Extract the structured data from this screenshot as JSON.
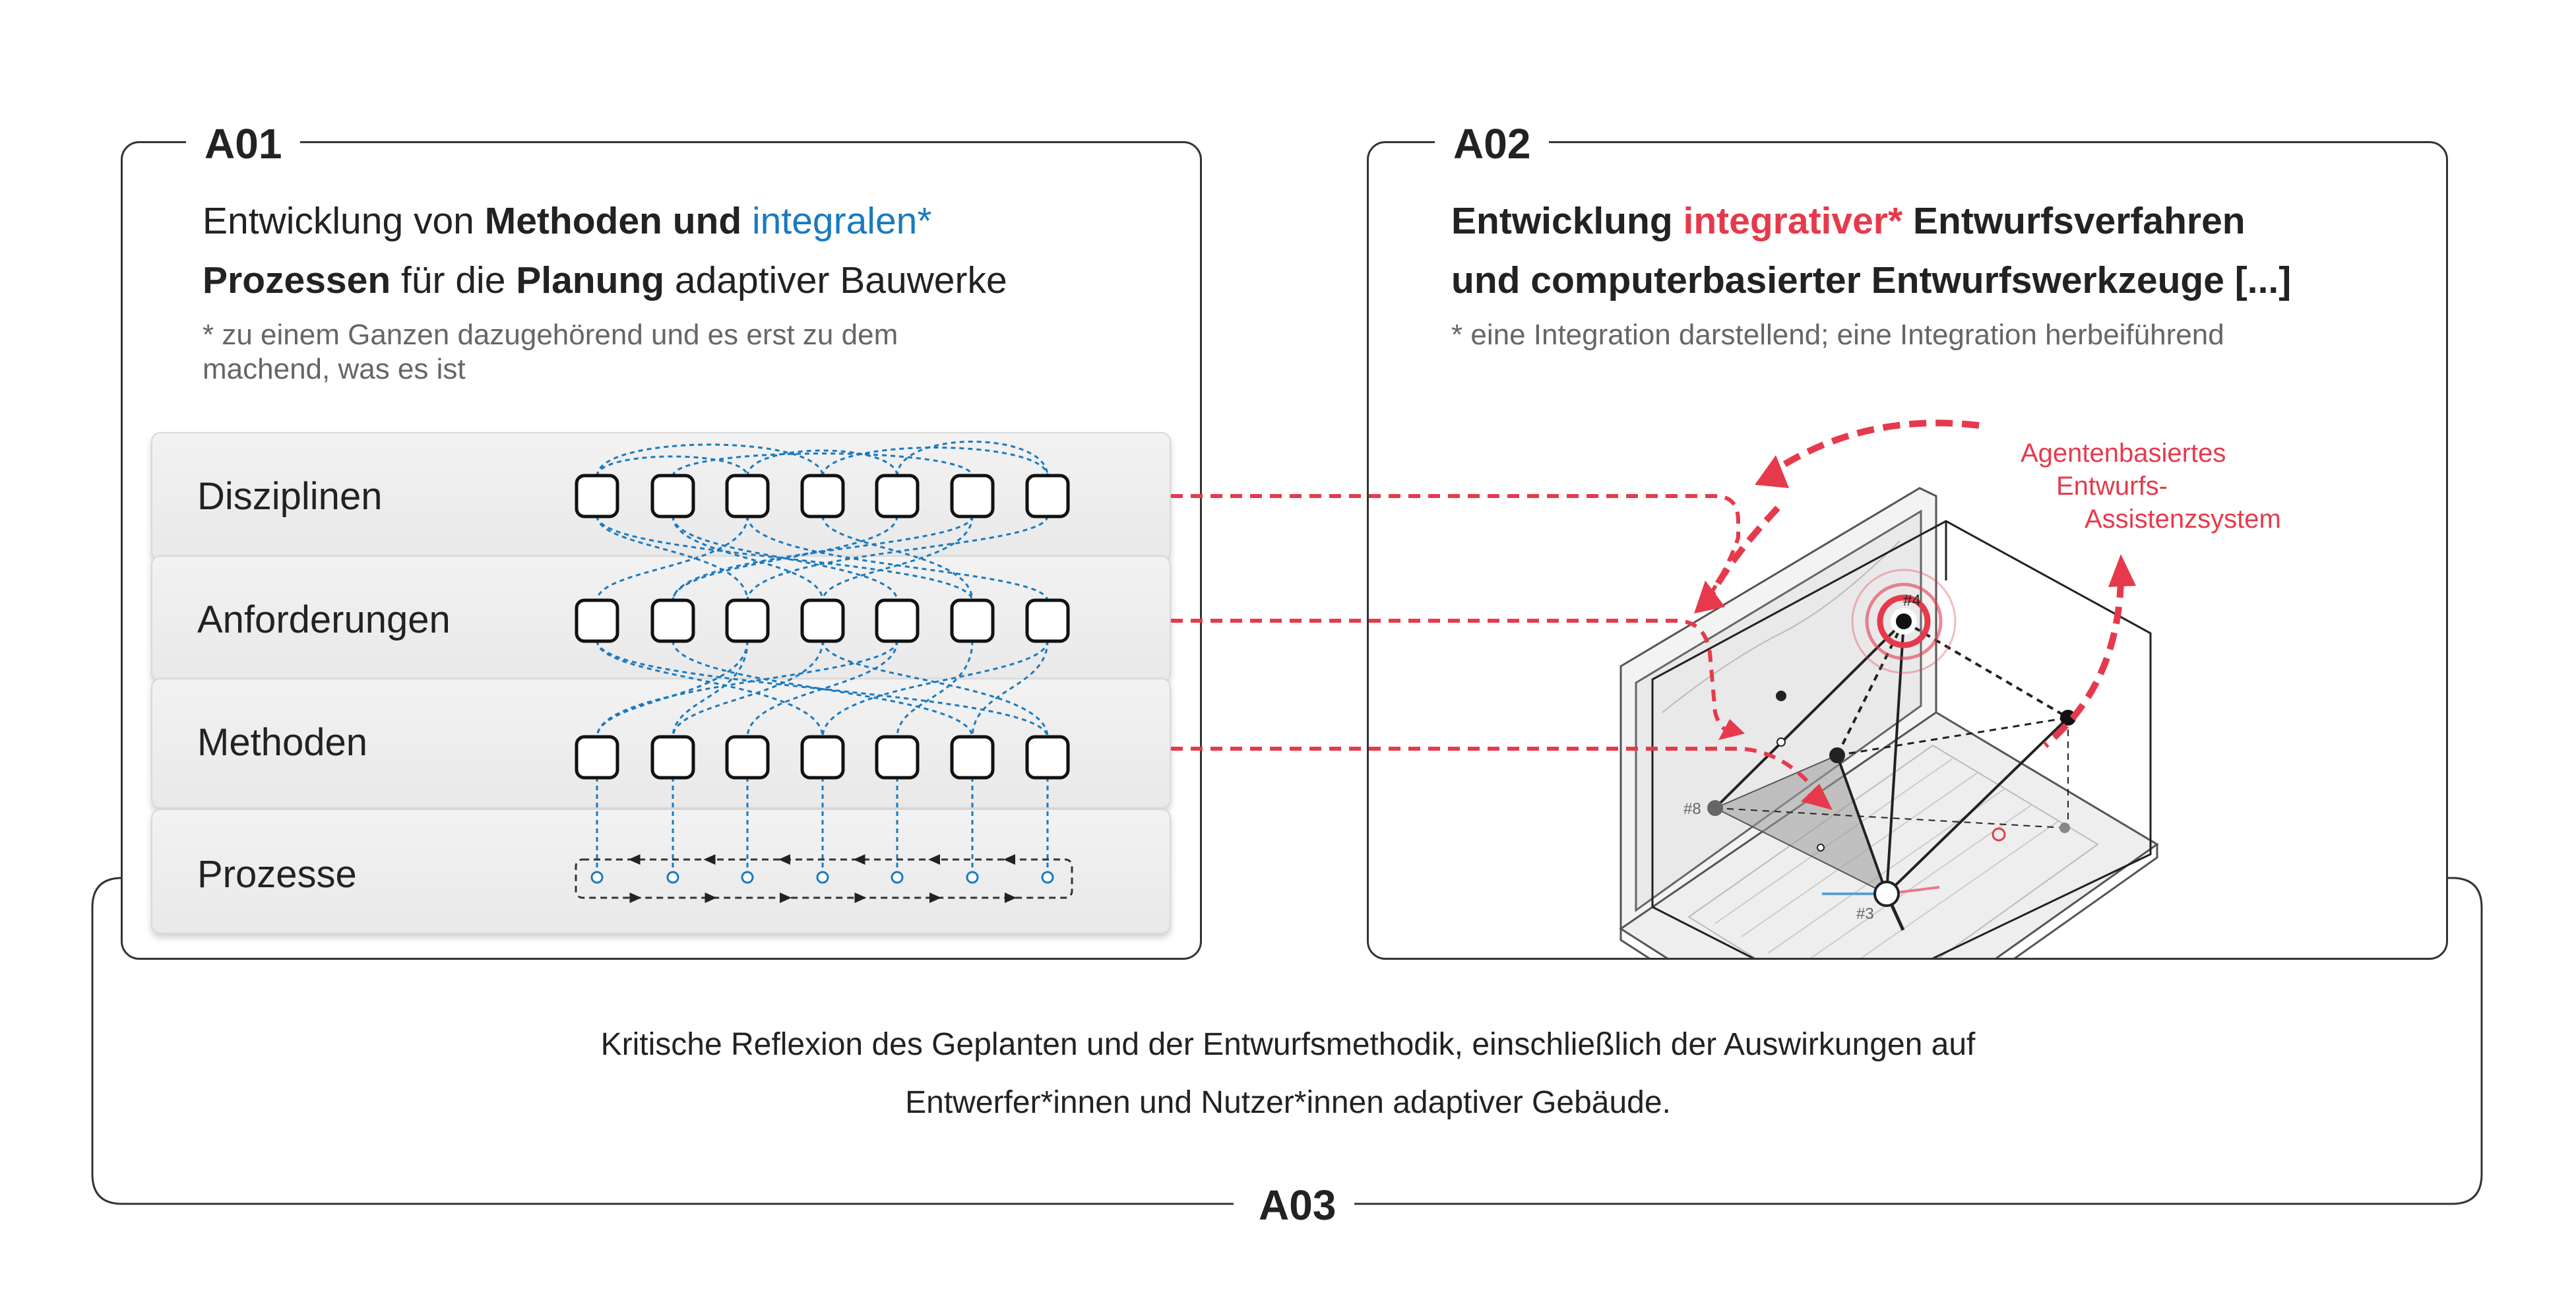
{
  "a01": {
    "tag": "A01",
    "title": {
      "line1_pre": "Entwicklung von ",
      "line1_bold": "Methoden und",
      "line1_accent": "integralen*",
      "line2_bold1": "Prozessen",
      "line2_mid": " für die ",
      "line2_bold2": "Planung",
      "line2_post": " adaptiver Bauwerke"
    },
    "note_line1": "* zu einem Ganzen dazugehörend und es erst zu dem",
    "note_line2": "machend, was es ist",
    "layers": [
      "Disziplinen",
      "Anforderungen",
      "Methoden",
      "Prozesse"
    ]
  },
  "a02": {
    "tag": "A02",
    "title": {
      "line1_bold1": "Entwicklung",
      "line1_accent": "integrativer*",
      "line1_bold2": "Entwurfsverfahren",
      "line2": "und computerbasierter Entwurfswerkzeuge [...]"
    },
    "note": "* eine Integration darstellend; eine Integration herbeiführend",
    "agent_label": [
      "Agentenbasiertes",
      "Entwurfs-",
      "Assistenzsystem"
    ],
    "node_labels": [
      "#4",
      "#8",
      "#3"
    ]
  },
  "a03": {
    "tag": "A03",
    "text_line1": "Kritische Reflexion des Geplanten und der Entwurfsmethodik, einschließlich der Auswirkungen auf",
    "text_line2": "Entwerfer*innen und Nutzer*innen adaptiver Gebäude."
  },
  "colors": {
    "accent_blue": "#1a7abf",
    "accent_red": "#e63a4c",
    "outline": "#333333",
    "layer_bg": "#eeeeee"
  }
}
